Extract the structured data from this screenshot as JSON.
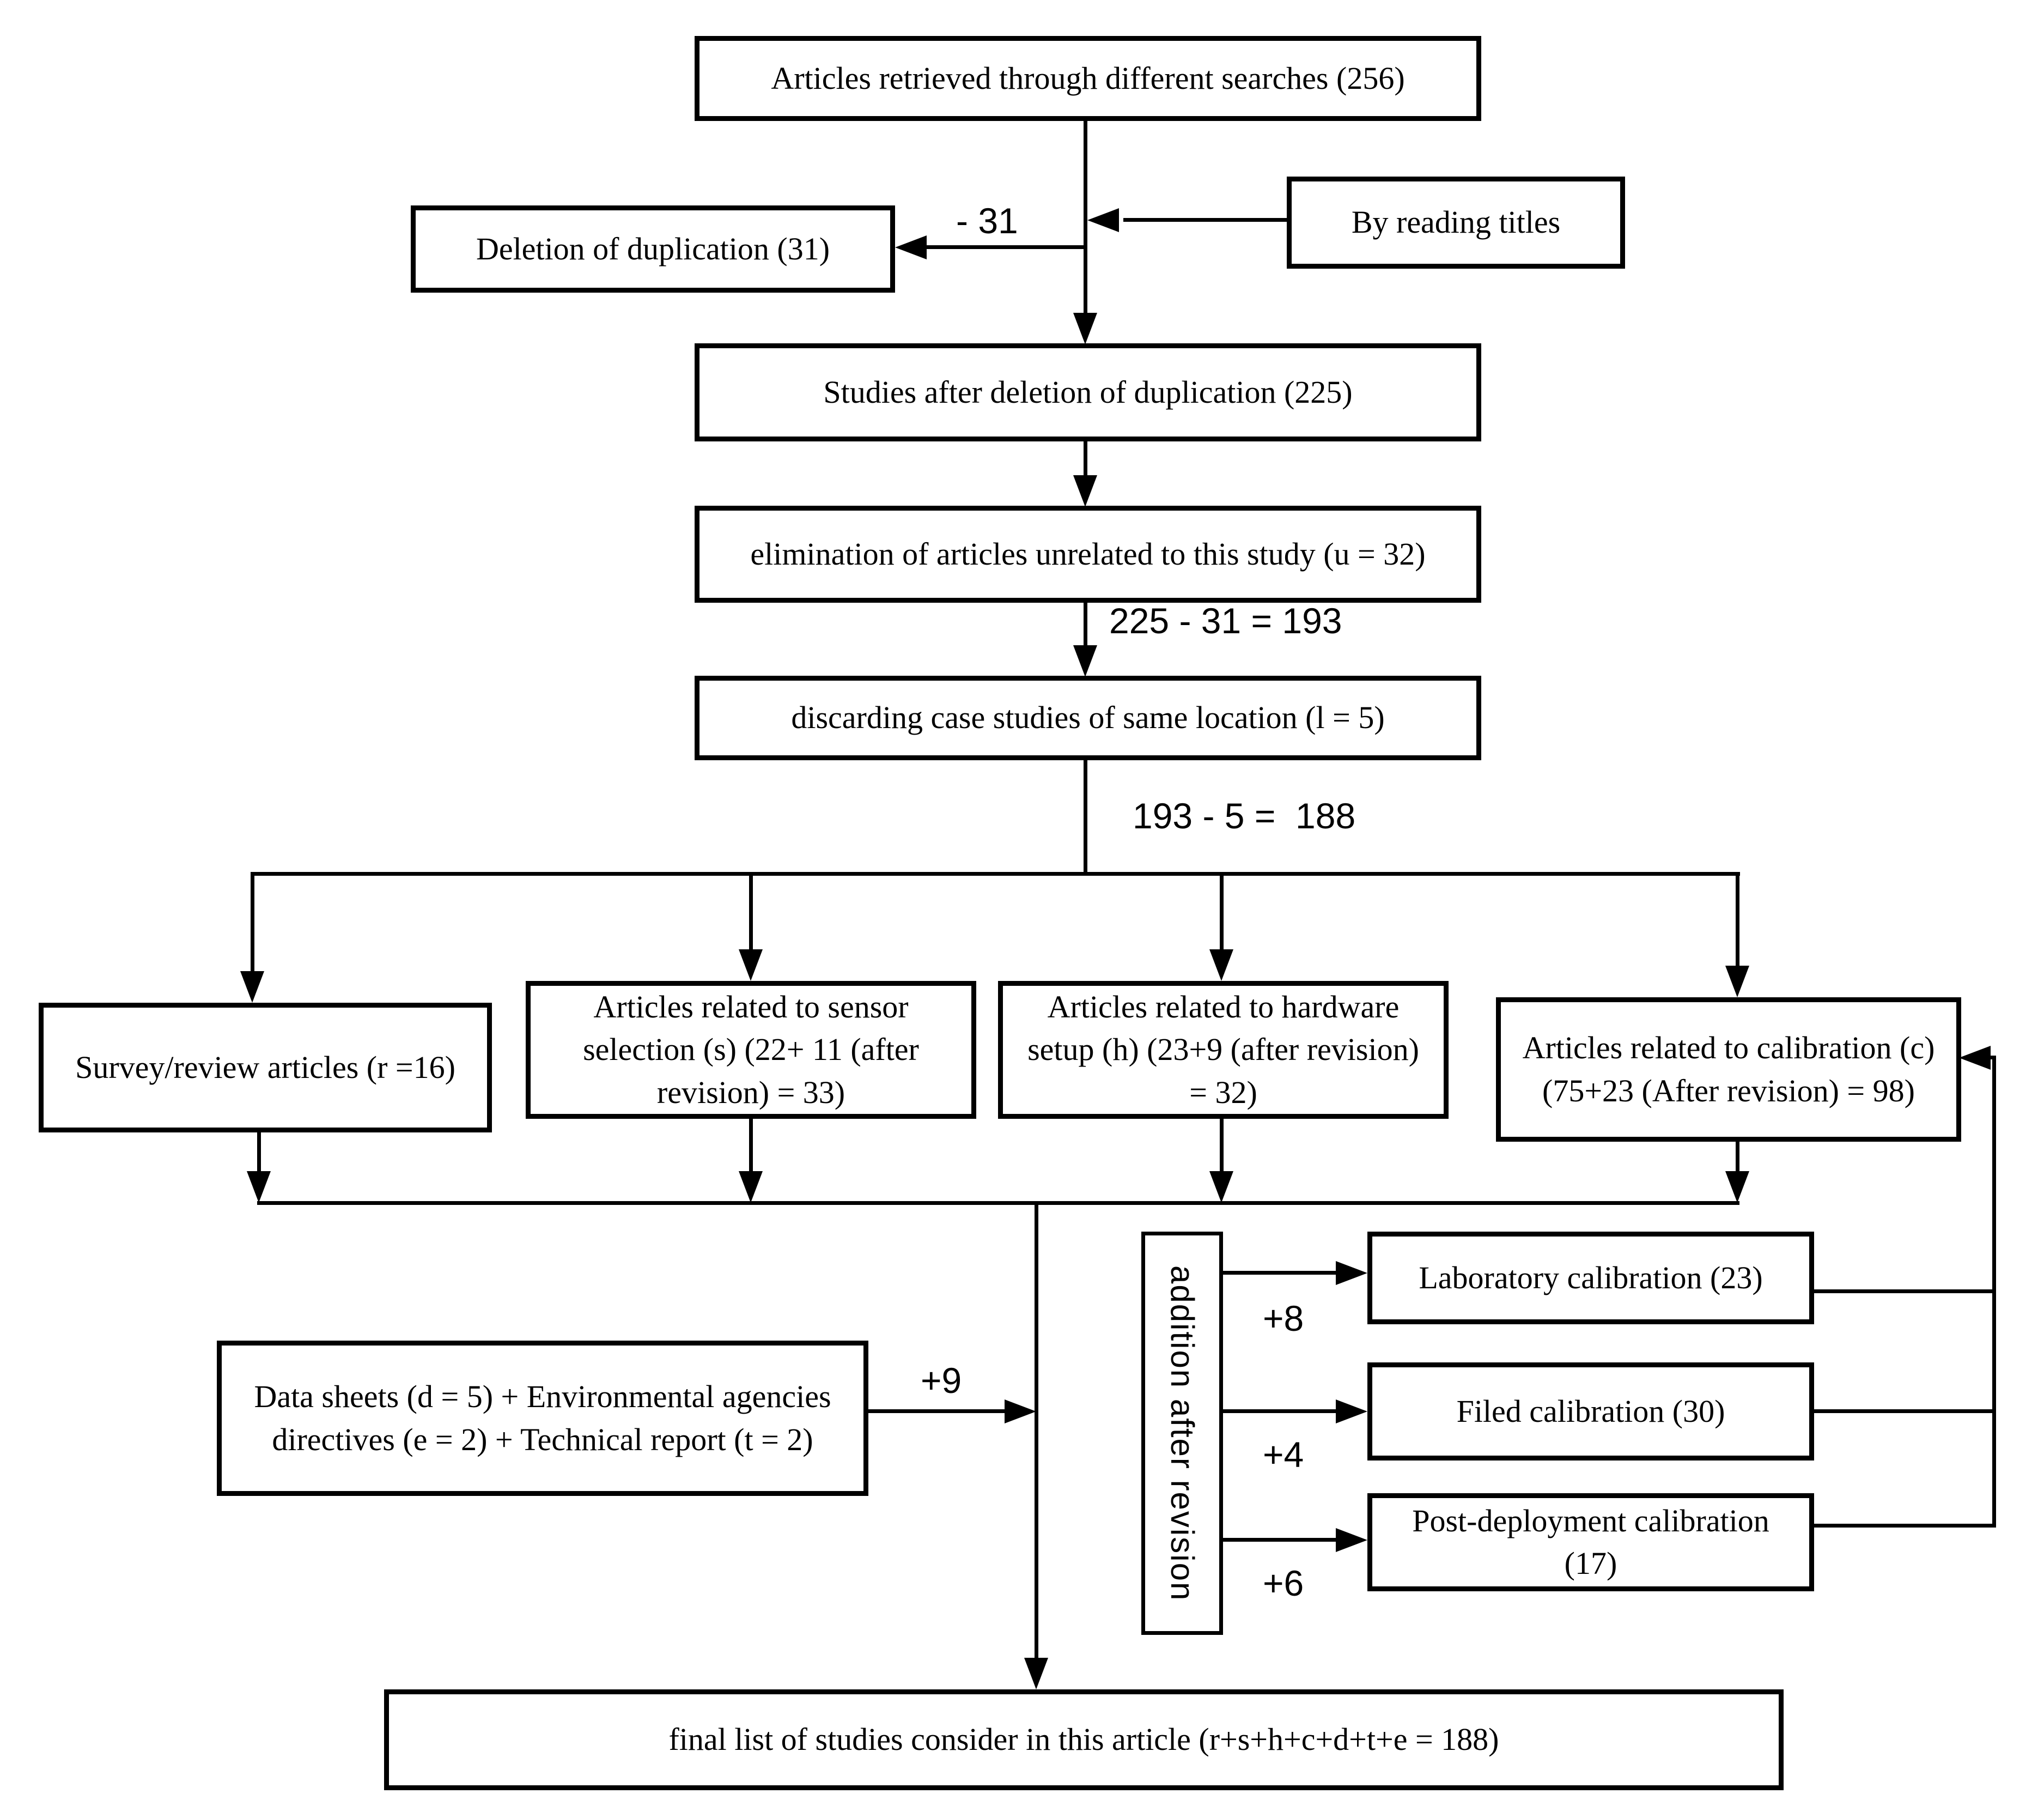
{
  "boxes": {
    "retrieved": "Articles retrieved through different searches (256)",
    "by_reading_titles": "By reading titles",
    "deletion": "Deletion of duplication (31)",
    "after_deletion": "Studies after deletion of duplication (225)",
    "elimination": "elimination of articles unrelated to this study (u = 32)",
    "discarding": "discarding case studies of same location (l = 5)",
    "survey": "Survey/review articles (r =16)",
    "sensor": "Articles related to sensor selection (s) (22+ 11 (after revision) = 33)",
    "hardware": "Articles related to hardware setup (h) (23+9 (after revision) = 32)",
    "calibration": "Articles related to calibration (c) (75+23 (After revision) = 98)",
    "addition": "addition after revision",
    "laboratory": "Laboratory calibration (23)",
    "field": "Filed calibration (30)",
    "post_deployment": "Post-deployment calibration (17)",
    "datasheets": "Data sheets (d = 5) + Environmental agencies directives  (e = 2) + Technical report (t = 2)",
    "final": "final list of studies consider in this article (r+s+h+c+d+t+e = 188)"
  },
  "labels": {
    "minus31": "- 31",
    "eq193": "225 - 31 = 193",
    "eq188": "193 - 5 =  188",
    "plus8": "+8",
    "plus4": "+4",
    "plus6": "+6",
    "plus9": "+9"
  },
  "colors": {
    "line": "#000000",
    "background": "#ffffff"
  }
}
